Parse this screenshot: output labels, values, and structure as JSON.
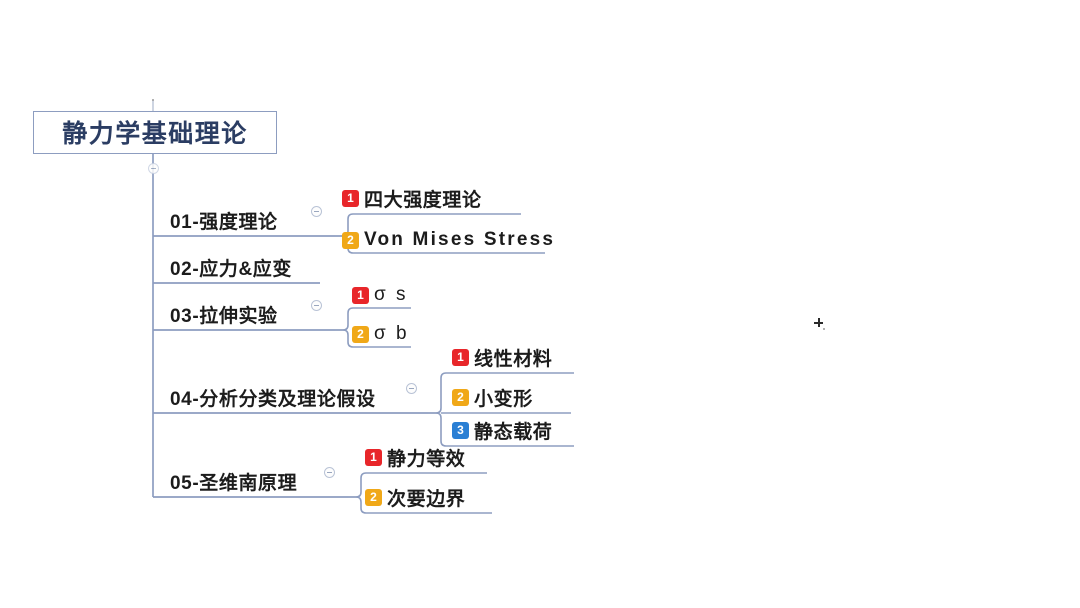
{
  "diagram": {
    "type": "mind-map",
    "title": "静力学基础理论",
    "root": {
      "label": "静力学基础理论"
    },
    "branches": [
      {
        "label": "01-强度理论",
        "toggle": "collapse-toggle",
        "children": [
          {
            "index": "1",
            "label": "四大强度理论",
            "badge_color": "#e8262a"
          },
          {
            "index": "2",
            "label": "Von Mises Stress",
            "badge_color": "#f0a818"
          }
        ]
      },
      {
        "label": "02-应力&应变",
        "children": []
      },
      {
        "label": "03-拉伸实验",
        "toggle": "collapse-toggle",
        "children": [
          {
            "index": "1",
            "label": "σ s",
            "badge_color": "#e8262a"
          },
          {
            "index": "2",
            "label": "σ b",
            "badge_color": "#f0a818"
          }
        ]
      },
      {
        "label": "04-分析分类及理论假设",
        "toggle": "collapse-toggle",
        "children": [
          {
            "index": "1",
            "label": "线性材料",
            "badge_color": "#e8262a"
          },
          {
            "index": "2",
            "label": "小变形",
            "badge_color": "#f0a818"
          },
          {
            "index": "3",
            "label": "静态载荷",
            "badge_color": "#2a7fd4"
          }
        ]
      },
      {
        "label": "05-圣维南原理",
        "toggle": "collapse-toggle",
        "children": [
          {
            "index": "1",
            "label": "静力等效",
            "badge_color": "#e8262a"
          },
          {
            "index": "2",
            "label": "次要边界",
            "badge_color": "#f0a818"
          }
        ]
      }
    ],
    "colors": {
      "line": "#8d9dc0",
      "root_border": "#8d9dc0",
      "root_text": "#2b3d63",
      "node_text": "#1c1c1c",
      "badge_1": "#e8262a",
      "badge_2": "#f0a818",
      "badge_3": "#2a7fd4",
      "background": "#ffffff"
    }
  }
}
